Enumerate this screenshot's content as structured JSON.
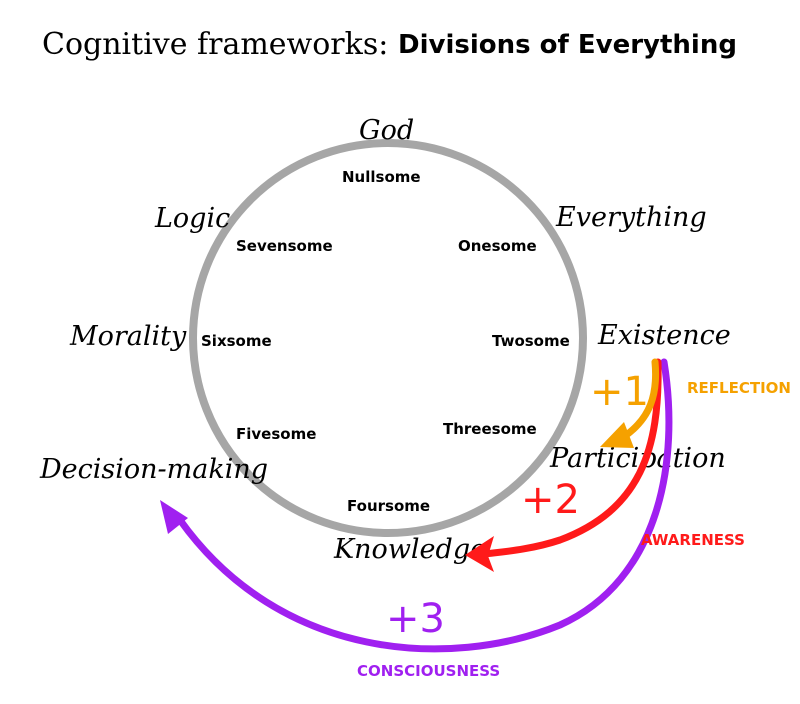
{
  "title": {
    "prefix": "Cognitive frameworks:",
    "main": "Divisions of Everything"
  },
  "concepts": {
    "god": "God",
    "everything": "Everything",
    "existence": "Existence",
    "participation": "Participation",
    "knowledge": "Knowledge",
    "decision_making": "Decision-making",
    "morality": "Morality",
    "logic": "Logic"
  },
  "divisions": {
    "nullsome": "Nullsome",
    "onesome": "Onesome",
    "twosome": "Twosome",
    "threesome": "Threesome",
    "foursome": "Foursome",
    "fivesome": "Fivesome",
    "sixsome": "Sixsome",
    "sevensome": "Sevensome"
  },
  "arrows": {
    "reflection": {
      "increment": "+1",
      "label": "REFLECTION",
      "color": "#f5a100"
    },
    "awareness": {
      "increment": "+2",
      "label": "AWARENESS",
      "color": "#ff1a1a"
    },
    "consciousness": {
      "increment": "+3",
      "label": "CONSCIOUSNESS",
      "color": "#a020f0"
    }
  },
  "colors": {
    "circle": "#a6a6a6"
  }
}
